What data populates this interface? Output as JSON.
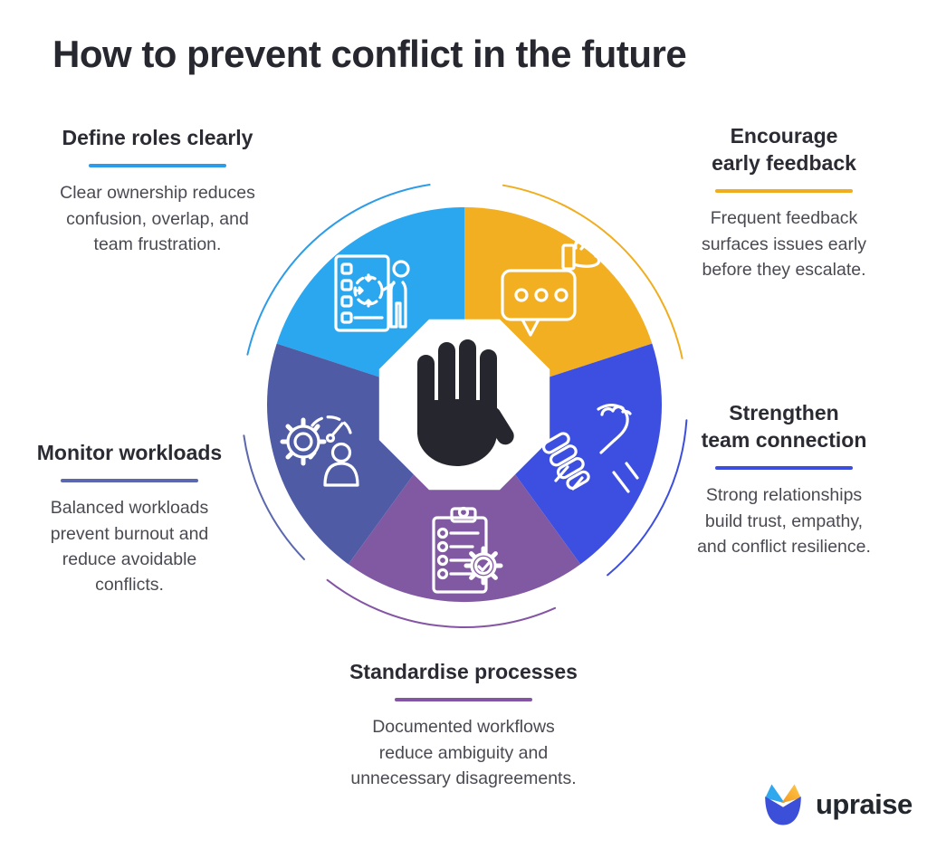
{
  "title": "How to prevent conflict in the future",
  "colors": {
    "background": "#ffffff",
    "heading_text": "#27272f",
    "body_text": "#4a4a52"
  },
  "callouts": {
    "define_roles": {
      "title": "Define roles clearly",
      "accent": "#2d9ce8",
      "body": "Clear ownership reduces\nconfusion, overlap, and\nteam frustration."
    },
    "encourage_feedback": {
      "title": "Encourage\nearly feedback",
      "accent": "#f0ae1e",
      "body": "Frequent feedback\nsurfaces issues early\nbefore they escalate."
    },
    "strengthen_connection": {
      "title": "Strengthen\nteam connection",
      "accent": "#3c4ee0",
      "body": "Strong relationships\nbuild trust, empathy,\nand conflict resilience."
    },
    "monitor_workloads": {
      "title": "Monitor workloads",
      "accent": "#5b67ae",
      "body": "Balanced workloads\nprevent burnout and\nreduce avoidable\nconflicts."
    },
    "standardise_processes": {
      "title": "Standardise processes",
      "accent": "#8455a4",
      "body": "Documented workflows\nreduce ambiguity and\nunnecessary disagreements."
    }
  },
  "wheel": {
    "center_fill": "#ffffff",
    "hand_color": "#26262e",
    "center_icon": "stop-hand-icon",
    "segments": [
      {
        "label": "define-roles",
        "color": "#2aa7ef",
        "icon": "checklist-target-person-icon"
      },
      {
        "label": "encourage-feedback",
        "color": "#f2af21",
        "icon": "thumbs-up-message-icon"
      },
      {
        "label": "strengthen-connection",
        "color": "#3d4fe1",
        "icon": "clasped-hands-icon"
      },
      {
        "label": "standardise-processes",
        "color": "#8159a3",
        "icon": "clipboard-gear-icon"
      },
      {
        "label": "monitor-workloads",
        "color": "#4f5ca5",
        "icon": "gear-gauge-person-icon"
      }
    ],
    "arcs": [
      {
        "position": "top-left",
        "color": "#2d9ce8"
      },
      {
        "position": "top-right",
        "color": "#f0ae1e"
      },
      {
        "position": "right",
        "color": "#3c4ee0"
      },
      {
        "position": "bottom",
        "color": "#8455a4"
      },
      {
        "position": "bottom-left",
        "color": "#5b67ae"
      }
    ]
  },
  "logo": {
    "text": "upraise",
    "text_color": "#23272e",
    "mark_colors": {
      "body": "#3b4fd9",
      "left_ear": "#2fa8ee",
      "right_ear_from": "#f29a1e",
      "right_ear_to": "#ffc94a"
    }
  }
}
